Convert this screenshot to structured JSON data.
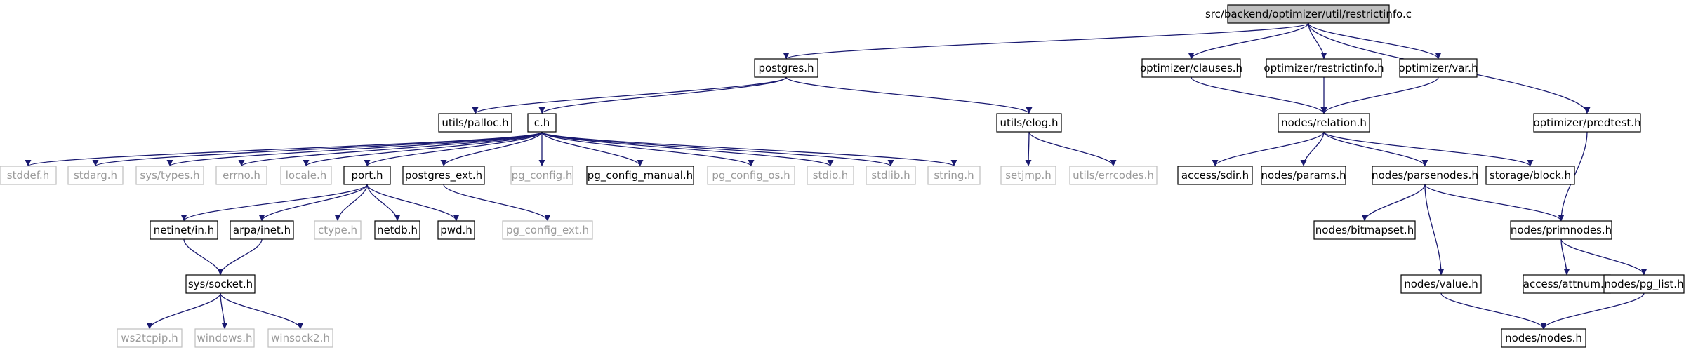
{
  "colors": {
    "edge": "#191970",
    "root_fill": "#bfbfbf",
    "missing_border": "#bfbfbf",
    "missing_text": "#9a9a9a"
  },
  "nodes": {
    "restrictinfo_c": {
      "label": "src/backend/optimizer/util/restrictinfo.c",
      "root": true
    },
    "postgres_h": {
      "label": "postgres.h"
    },
    "optimizer_clauses_h": {
      "label": "optimizer/clauses.h"
    },
    "optimizer_restrictinfo_h": {
      "label": "optimizer/restrictinfo.h"
    },
    "optimizer_var_h": {
      "label": "optimizer/var.h"
    },
    "optimizer_predtest_h": {
      "label": "optimizer/predtest.h"
    },
    "utils_palloc_h": {
      "label": "utils/palloc.h"
    },
    "c_h": {
      "label": "c.h"
    },
    "utils_elog_h": {
      "label": "utils/elog.h"
    },
    "nodes_relation_h": {
      "label": "nodes/relation.h"
    },
    "stddef_h": {
      "label": "stddef.h",
      "missing": true
    },
    "stdarg_h": {
      "label": "stdarg.h",
      "missing": true
    },
    "sys_types_h": {
      "label": "sys/types.h",
      "missing": true
    },
    "errno_h": {
      "label": "errno.h",
      "missing": true
    },
    "locale_h": {
      "label": "locale.h",
      "missing": true
    },
    "port_h": {
      "label": "port.h"
    },
    "postgres_ext_h": {
      "label": "postgres_ext.h"
    },
    "pg_config_h": {
      "label": "pg_config.h",
      "missing": true
    },
    "pg_config_manual_h": {
      "label": "pg_config_manual.h"
    },
    "pg_config_os_h": {
      "label": "pg_config_os.h",
      "missing": true
    },
    "stdio_h": {
      "label": "stdio.h",
      "missing": true
    },
    "stdlib_h": {
      "label": "stdlib.h",
      "missing": true
    },
    "string_h": {
      "label": "string.h",
      "missing": true
    },
    "setjmp_h": {
      "label": "setjmp.h",
      "missing": true
    },
    "utils_errcodes_h": {
      "label": "utils/errcodes.h",
      "missing": true
    },
    "access_sdir_h": {
      "label": "access/sdir.h"
    },
    "nodes_params_h": {
      "label": "nodes/params.h"
    },
    "nodes_parsenodes_h": {
      "label": "nodes/parsenodes.h"
    },
    "storage_block_h": {
      "label": "storage/block.h"
    },
    "netinet_in_h": {
      "label": "netinet/in.h"
    },
    "arpa_inet_h": {
      "label": "arpa/inet.h"
    },
    "ctype_h": {
      "label": "ctype.h",
      "missing": true
    },
    "netdb_h": {
      "label": "netdb.h"
    },
    "pwd_h": {
      "label": "pwd.h"
    },
    "pg_config_ext_h": {
      "label": "pg_config_ext.h",
      "missing": true
    },
    "nodes_bitmapset_h": {
      "label": "nodes/bitmapset.h"
    },
    "nodes_primnodes_h": {
      "label": "nodes/primnodes.h"
    },
    "sys_socket_h": {
      "label": "sys/socket.h"
    },
    "nodes_value_h": {
      "label": "nodes/value.h"
    },
    "access_attnum_h": {
      "label": "access/attnum.h"
    },
    "nodes_pg_list_h": {
      "label": "nodes/pg_list.h"
    },
    "ws2tcpip_h": {
      "label": "ws2tcpip.h",
      "missing": true
    },
    "windows_h": {
      "label": "windows.h",
      "missing": true
    },
    "winsock2_h": {
      "label": "winsock2.h",
      "missing": true
    },
    "nodes_nodes_h": {
      "label": "nodes/nodes.h"
    }
  },
  "edges": [
    [
      "restrictinfo_c",
      "postgres_h"
    ],
    [
      "restrictinfo_c",
      "optimizer_clauses_h"
    ],
    [
      "restrictinfo_c",
      "optimizer_restrictinfo_h"
    ],
    [
      "restrictinfo_c",
      "optimizer_var_h"
    ],
    [
      "restrictinfo_c",
      "optimizer_predtest_h"
    ],
    [
      "postgres_h",
      "utils_palloc_h"
    ],
    [
      "postgres_h",
      "c_h"
    ],
    [
      "postgres_h",
      "utils_elog_h"
    ],
    [
      "optimizer_clauses_h",
      "nodes_relation_h"
    ],
    [
      "optimizer_restrictinfo_h",
      "nodes_relation_h"
    ],
    [
      "optimizer_var_h",
      "nodes_relation_h"
    ],
    [
      "optimizer_predtest_h",
      "nodes_primnodes_h"
    ],
    [
      "c_h",
      "stddef_h"
    ],
    [
      "c_h",
      "stdarg_h"
    ],
    [
      "c_h",
      "sys_types_h"
    ],
    [
      "c_h",
      "errno_h"
    ],
    [
      "c_h",
      "locale_h"
    ],
    [
      "c_h",
      "port_h"
    ],
    [
      "c_h",
      "postgres_ext_h"
    ],
    [
      "c_h",
      "pg_config_h"
    ],
    [
      "c_h",
      "pg_config_manual_h"
    ],
    [
      "c_h",
      "pg_config_os_h"
    ],
    [
      "c_h",
      "stdio_h"
    ],
    [
      "c_h",
      "stdlib_h"
    ],
    [
      "c_h",
      "string_h"
    ],
    [
      "utils_elog_h",
      "setjmp_h"
    ],
    [
      "utils_elog_h",
      "utils_errcodes_h"
    ],
    [
      "nodes_relation_h",
      "access_sdir_h"
    ],
    [
      "nodes_relation_h",
      "nodes_params_h"
    ],
    [
      "nodes_relation_h",
      "nodes_parsenodes_h"
    ],
    [
      "nodes_relation_h",
      "storage_block_h"
    ],
    [
      "port_h",
      "netinet_in_h"
    ],
    [
      "port_h",
      "arpa_inet_h"
    ],
    [
      "port_h",
      "ctype_h"
    ],
    [
      "port_h",
      "netdb_h"
    ],
    [
      "port_h",
      "pwd_h"
    ],
    [
      "postgres_ext_h",
      "pg_config_ext_h"
    ],
    [
      "nodes_parsenodes_h",
      "nodes_bitmapset_h"
    ],
    [
      "nodes_parsenodes_h",
      "nodes_primnodes_h"
    ],
    [
      "nodes_parsenodes_h",
      "nodes_value_h"
    ],
    [
      "netinet_in_h",
      "sys_socket_h"
    ],
    [
      "arpa_inet_h",
      "sys_socket_h"
    ],
    [
      "nodes_primnodes_h",
      "access_attnum_h"
    ],
    [
      "nodes_primnodes_h",
      "nodes_pg_list_h"
    ],
    [
      "sys_socket_h",
      "ws2tcpip_h"
    ],
    [
      "sys_socket_h",
      "windows_h"
    ],
    [
      "sys_socket_h",
      "winsock2_h"
    ],
    [
      "nodes_value_h",
      "nodes_nodes_h"
    ],
    [
      "nodes_pg_list_h",
      "nodes_nodes_h"
    ]
  ]
}
